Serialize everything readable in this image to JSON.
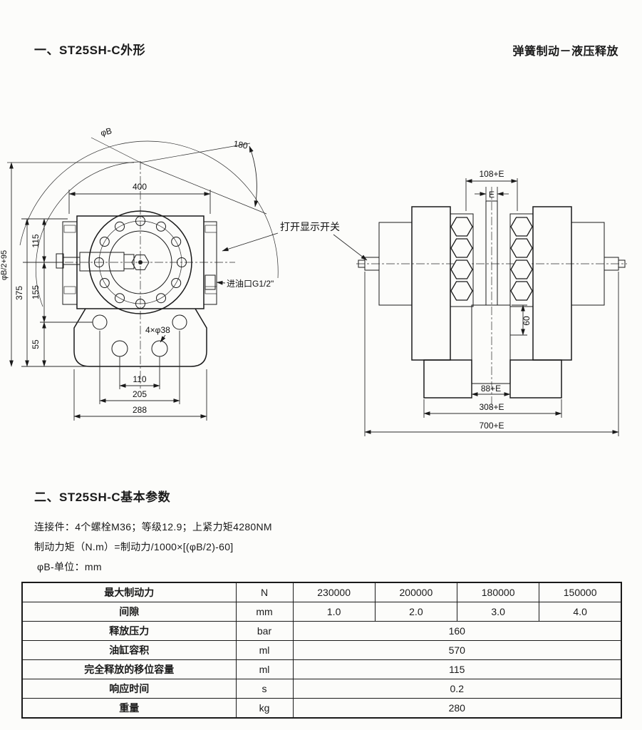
{
  "header": {
    "section1_title": "一、ST25SH-C外形",
    "brake_type": "弹簧制动－液压释放"
  },
  "front_view": {
    "dim_phi_b": "φB",
    "dim_180": "180",
    "dim_400": "400",
    "dim_115": "115",
    "dim_155": "155",
    "dim_55": "55",
    "dim_375": "375",
    "dim_phi_b_half": "φB/2+95",
    "dim_110": "110",
    "dim_205": "205",
    "dim_288": "288",
    "dim_holes": "4×φ38",
    "label_switch": "打开显示开关",
    "label_oil_port": "进油口G1/2\""
  },
  "side_view": {
    "dim_108e": "108+E",
    "dim_e": "E",
    "dim_60": "60",
    "dim_88e": "88+E",
    "dim_308e": "308+E",
    "dim_700e": "700+E"
  },
  "section2": {
    "title": "二、ST25SH-C基本参数",
    "notes": [
      "连接件：4个螺栓M36；等级12.9；上紧力矩4280NM",
      "制动力矩（N.m）=制动力/1000×[(φB/2)-60]",
      "φB-单位：mm"
    ]
  },
  "table": {
    "rows": [
      {
        "label": "最大制动力",
        "unit": "N",
        "values": [
          "230000",
          "200000",
          "180000",
          "150000"
        ]
      },
      {
        "label": "间隙",
        "unit": "mm",
        "values": [
          "1.0",
          "2.0",
          "3.0",
          "4.0"
        ]
      },
      {
        "label": "释放压力",
        "unit": "bar",
        "values": [
          "160"
        ]
      },
      {
        "label": "油缸容积",
        "unit": "ml",
        "values": [
          "570"
        ]
      },
      {
        "label": "完全释放的移位容量",
        "unit": "ml",
        "values": [
          "115"
        ]
      },
      {
        "label": "响应时间",
        "unit": "s",
        "values": [
          "0.2"
        ]
      },
      {
        "label": "重量",
        "unit": "kg",
        "values": [
          "280"
        ]
      }
    ]
  }
}
